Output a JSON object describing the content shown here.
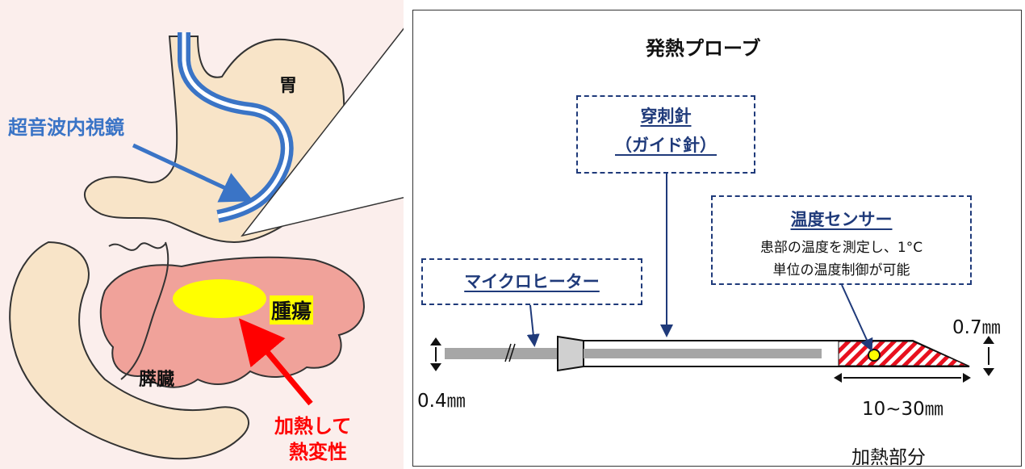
{
  "anatomy": {
    "endoscope_label": "超音波内視鏡",
    "stomach_label": "胃",
    "tumor_label": "腫瘍",
    "pancreas_label": "膵臓",
    "heat_label_line1": "加熱して",
    "heat_label_line2": "熱変性"
  },
  "probe": {
    "title": "発熱プローブ",
    "needle_label_line1": "穿刺針",
    "needle_label_line2": "（ガイド針）",
    "heater_label": "マイクロヒーター",
    "sensor_title": "温度センサー",
    "sensor_desc_line1": "患部の温度を測定し、1°C",
    "sensor_desc_line2": "単位の温度制御が可能",
    "dim_heater_diameter": "0.4㎜",
    "dim_tip_diameter": "0.7㎜",
    "dim_heating_length": "10~30㎜",
    "heating_part_label": "加熱部分"
  },
  "colors": {
    "skin_bg": "#fbeeec",
    "stomach": "#f8e4c8",
    "endoscope": "#3a74c6",
    "pancreas": "#f0a29a",
    "tumor": "#ffff00",
    "alert_red": "#ff0000",
    "navy": "#1f3a7a",
    "hatch_red": "#e8101e"
  }
}
